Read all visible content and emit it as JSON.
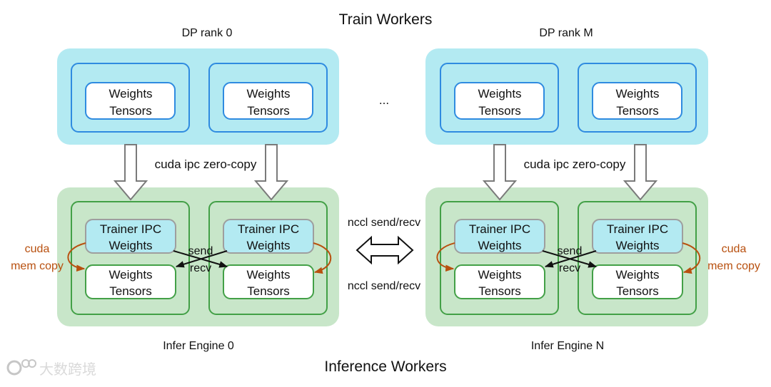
{
  "title_top": "Train Workers",
  "title_bottom": "Inference Workers",
  "ellipsis": "...",
  "train": {
    "left_label": "DP rank 0",
    "right_label": "DP rank M",
    "box_line1": "Weights",
    "box_line2": "Tensors"
  },
  "zero_copy_label": "cuda ipc zero-copy",
  "nccl_label": "nccl send/recv",
  "infer": {
    "left_label": "Infer Engine 0",
    "right_label": "Infer Engine N",
    "ipc_line1": "Trainer IPC",
    "ipc_line2": "Weights",
    "tensor_line1": "Weights",
    "tensor_line2": "Tensors",
    "send": "send",
    "recv": "recv",
    "memcopy_line1": "cuda",
    "memcopy_line2": "mem copy"
  },
  "watermark": "大数跨境",
  "colors": {
    "train_bg": "#b3eaf2",
    "train_stroke": "#2f8be0",
    "infer_bg": "#c8e6c9",
    "infer_stroke": "#43a047",
    "ipc_bg": "#b3eaf2",
    "memcopy": "#b8500f"
  }
}
